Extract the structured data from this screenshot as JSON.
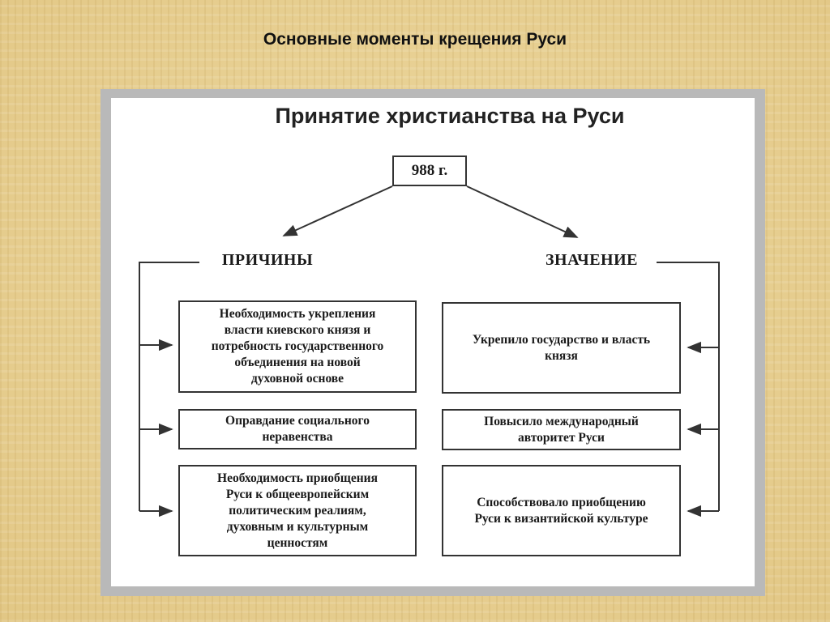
{
  "slide": {
    "title": "Основные моменты крещения Руси"
  },
  "diagram": {
    "title": "Принятие христианства на Руси",
    "year": "988 г.",
    "causes": {
      "heading": "ПРИЧИНЫ",
      "items": [
        "Необходимость укрепления\nвласти киевского князя и\nпотребность государственного\nобъединения на новой\nдуховной основе",
        "Оправдание социального\nнеравенства",
        "Необходимость приобщения\nРуси к общеевропейским\nполитическим реалиям,\nдуховным и культурным\nценностям"
      ]
    },
    "significance": {
      "heading": "ЗНАЧЕНИЕ",
      "items": [
        "Укрепило государство и власть\nкнязя",
        "Повысило международный\nавторитет Руси",
        "Способствовало приобщению\nРуси к византийской культуре"
      ]
    }
  }
}
